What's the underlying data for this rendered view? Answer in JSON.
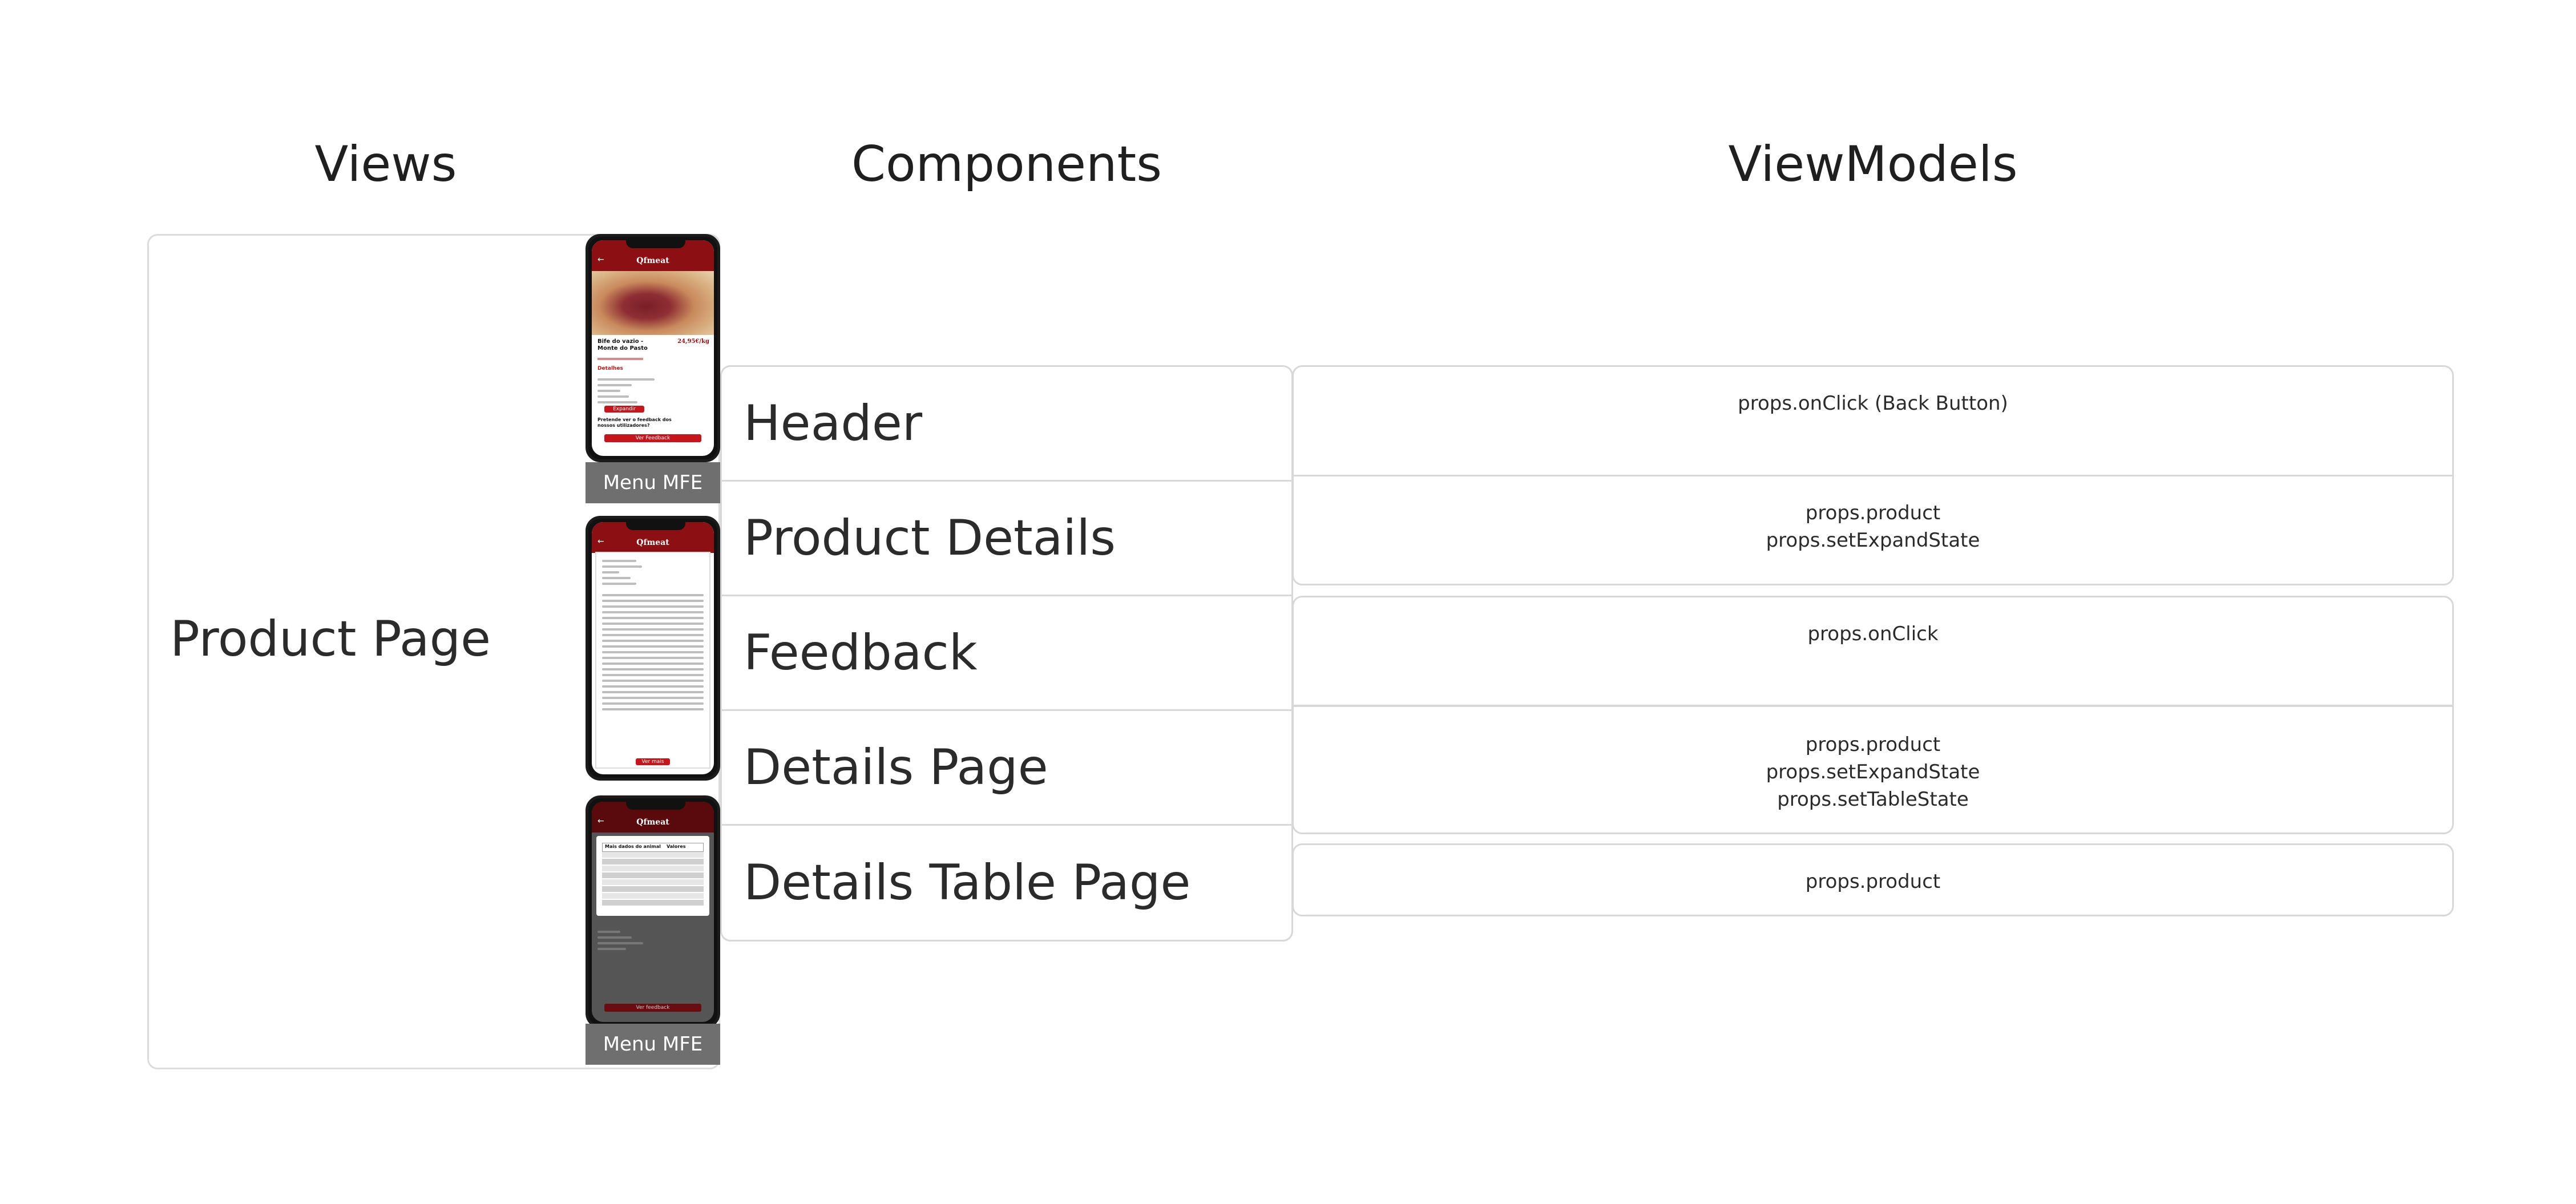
{
  "headings": {
    "views": "Views",
    "components": "Components",
    "viewmodels": "ViewModels"
  },
  "product_page_label": "Product Page",
  "menu_tags": [
    "Menu MFE",
    "Menu MFE"
  ],
  "phone1": {
    "brand": "Qfmeat",
    "title": "Bife do vazio - Monte do Pasto",
    "price": "24,95€/kg",
    "details_heading": "Detalhes",
    "expand_btn": "Expandir",
    "feedback_q": "Pretende ver o feedback dos nossos utilizadores?",
    "feedback_btn": "Ver Feedback"
  },
  "phone2": {
    "brand": "Qfmeat",
    "more_btn": "Ver mais"
  },
  "phone3": {
    "brand": "Qfmeat",
    "table_header": [
      "Mais dados do animal",
      "Valores"
    ],
    "feedback_btn": "Ver feedback"
  },
  "components": [
    "Header",
    "Product Details",
    "Feedback",
    "Details Page",
    "Details Table Page"
  ],
  "viewmodels": [
    {
      "lines": [
        "props.onClick (Back Button)"
      ]
    },
    {
      "lines": [
        "props.product",
        "props.setExpandState"
      ]
    },
    {
      "lines": [
        "props.onClick"
      ]
    },
    {
      "lines": [
        "props.product",
        "props.setExpandState",
        "props.setTableState"
      ]
    },
    {
      "lines": [
        "props.product"
      ]
    }
  ],
  "colors": {
    "brand_red": "#8c0f14",
    "button_red": "#c4161c",
    "menu_tag": "#6f6f6f",
    "border": "#d8d8d8"
  }
}
